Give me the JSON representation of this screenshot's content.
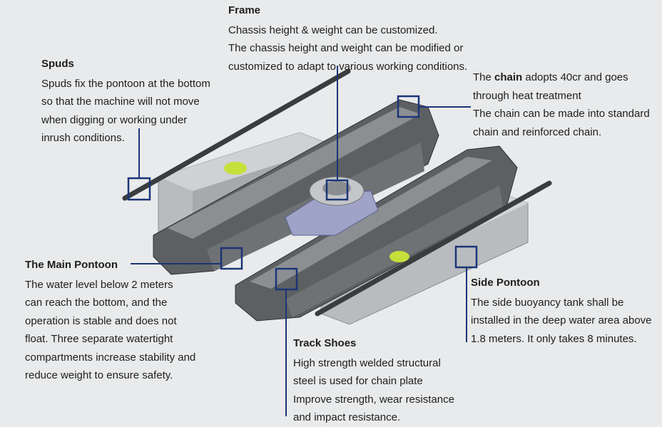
{
  "colors": {
    "background": "#e9eaeb",
    "leader_line": "#1c3578",
    "track": "#6f7274",
    "track_dark": "#3c3f42",
    "pontoon": "#b9bcbe",
    "spud": "#3a3c3e",
    "marker": "#c7df3a"
  },
  "callouts": {
    "frame": {
      "title": "Frame",
      "lines": [
        "Chassis height & weight can be customized.",
        "The chassis height and weight can be modified or",
        "customized to adapt to various working conditions."
      ]
    },
    "spuds": {
      "title": "Spuds",
      "lines": [
        "Spuds fix the pontoon at the bottom",
        "so that the machine will not move",
        "when digging or working under",
        "inrush conditions."
      ]
    },
    "chain": {
      "line1_pre": "The ",
      "line1_bold": "chain",
      "line1_post": " adopts 40cr and goes",
      "lines": [
        "through heat treatment",
        "The chain can be made into standard",
        "chain and reinforced chain."
      ]
    },
    "main_pontoon": {
      "title": "The Main Pontoon",
      "lines": [
        "The water level below 2 meters",
        "can reach the bottom, and the",
        "operation is stable and does not",
        "float. Three separate watertight",
        "compartments increase stability and",
        "reduce weight to ensure safety."
      ]
    },
    "side_pontoon": {
      "title": "Side Pontoon",
      "lines": [
        "The side buoyancy tank shall be",
        "installed in the deep water area above",
        "1.8 meters. It only takes 8 minutes."
      ]
    },
    "track_shoes": {
      "title": "Track Shoes",
      "lines": [
        "High strength welded structural",
        "steel is used for chain plate",
        "Improve strength, wear resistance",
        "and impact resistance."
      ]
    }
  }
}
